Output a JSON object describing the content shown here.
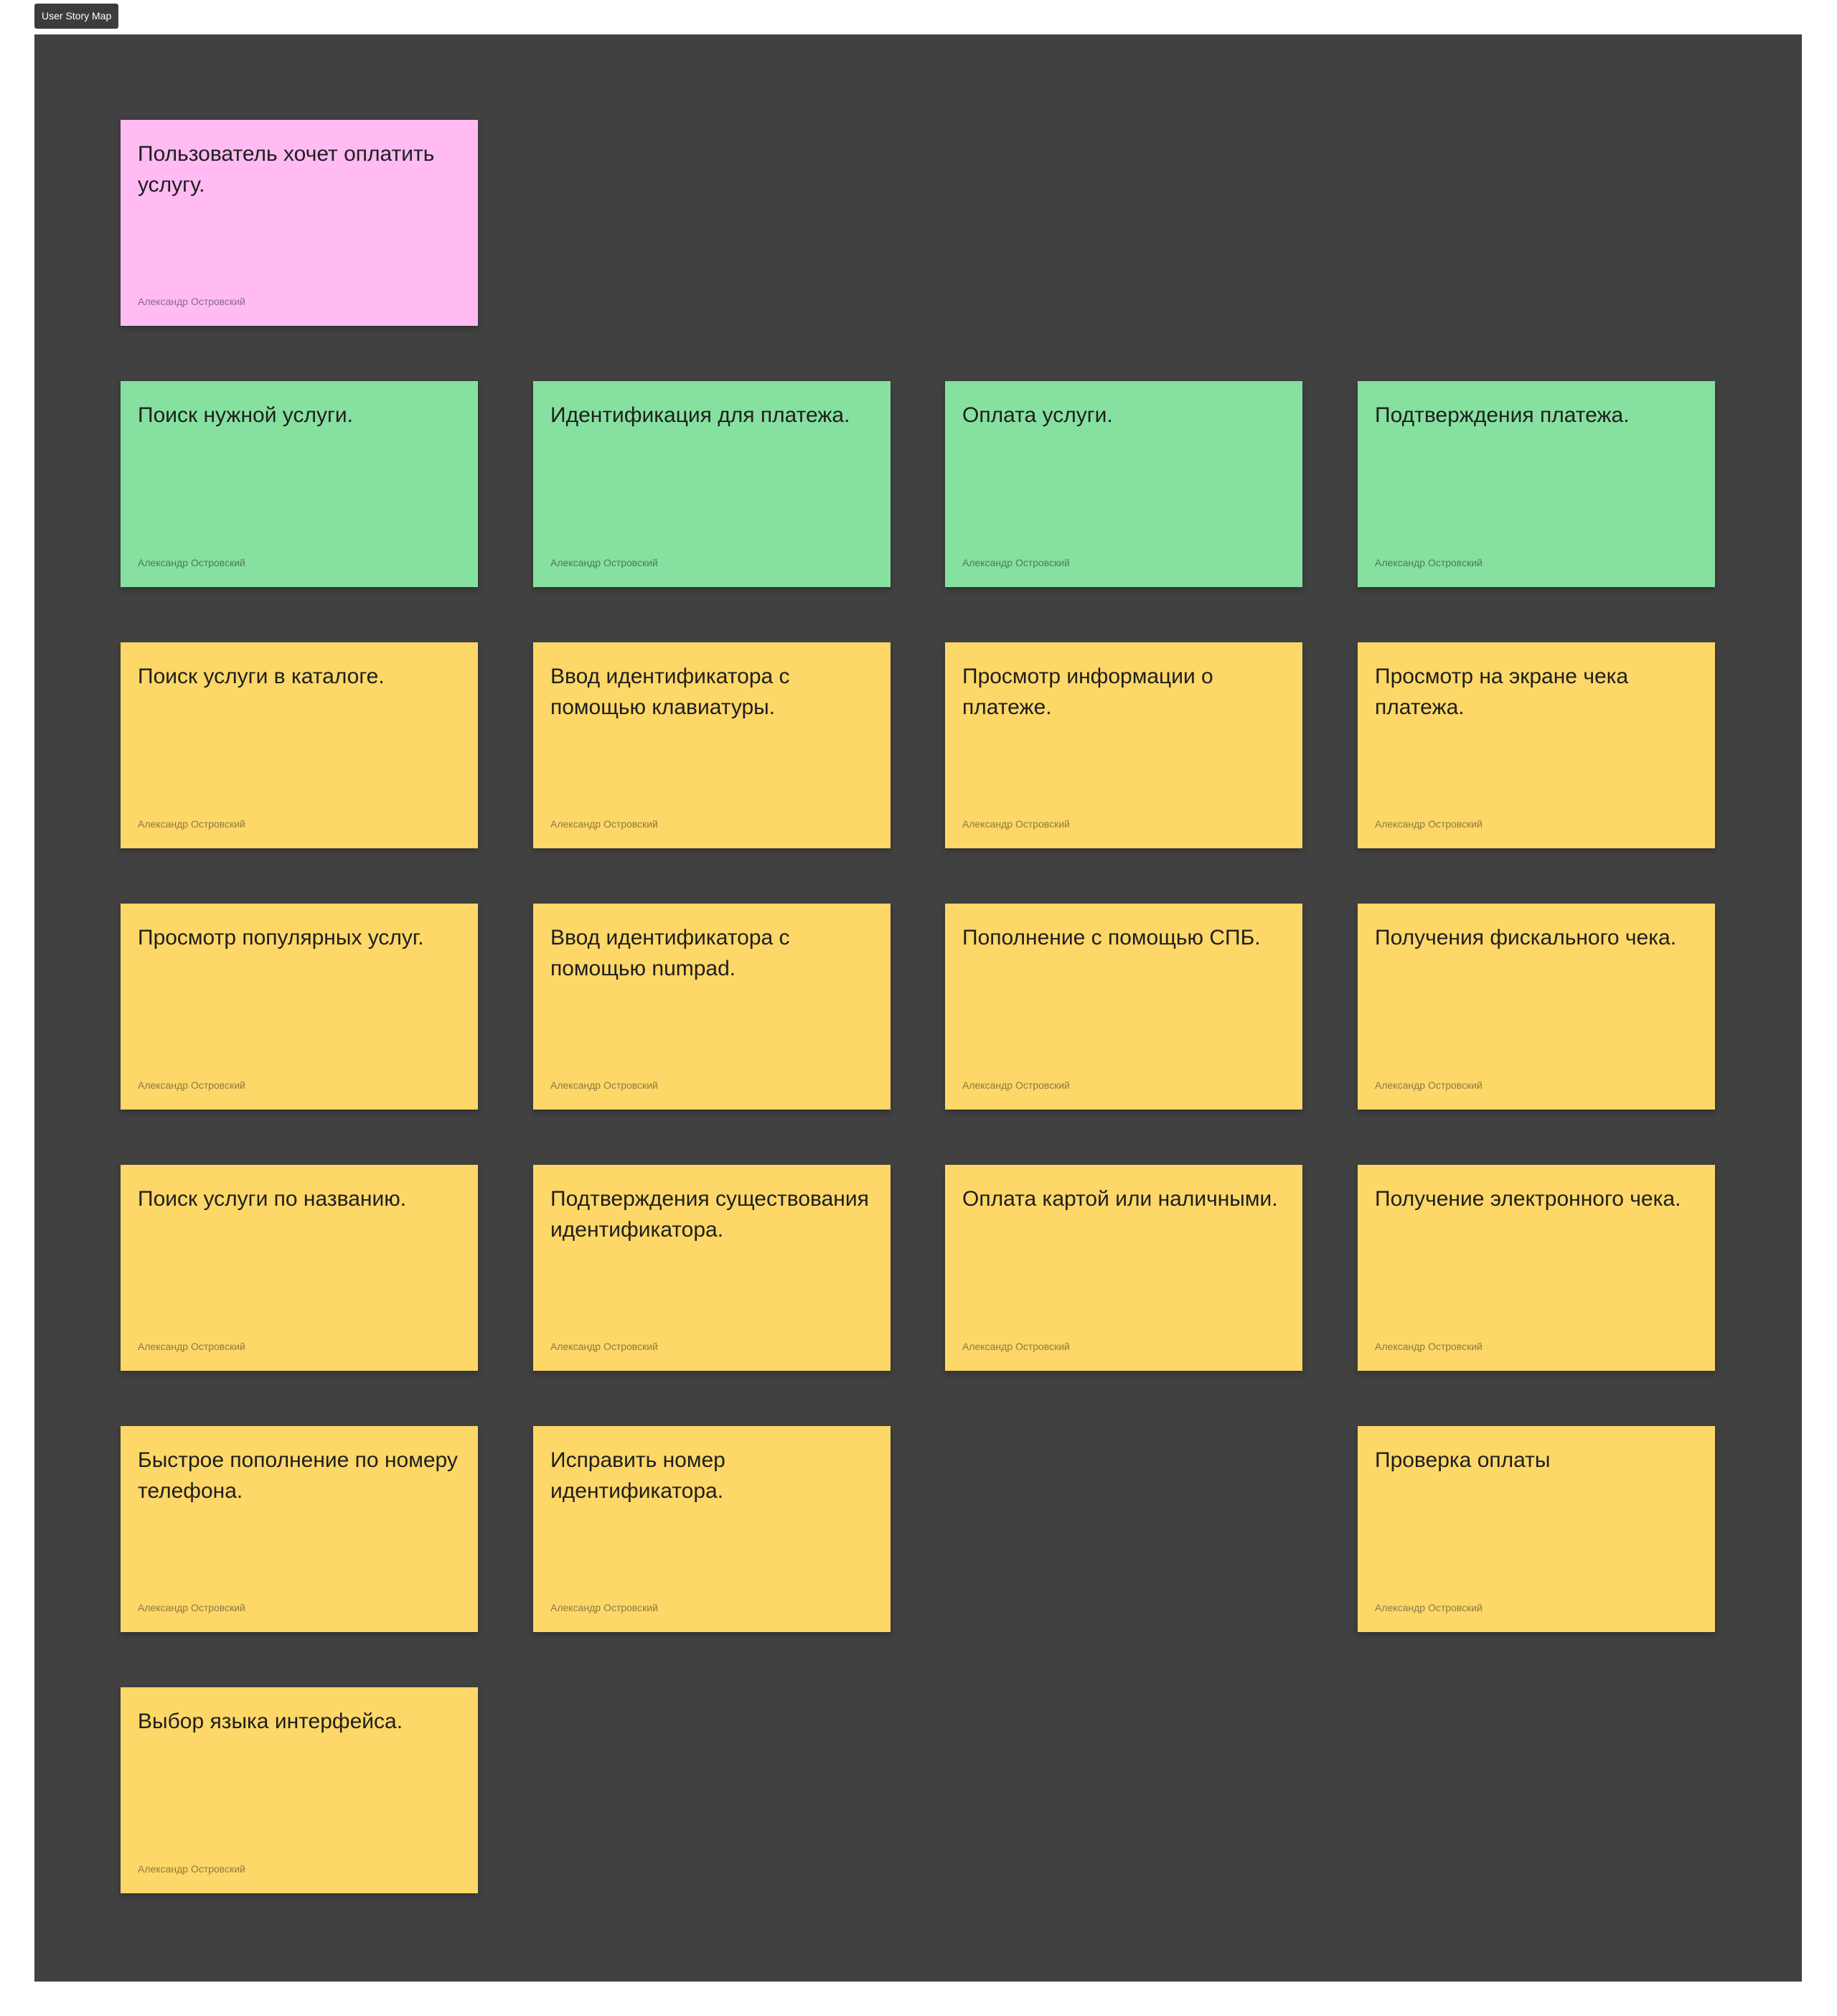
{
  "frame": {
    "label": "User Story Map"
  },
  "author": "Александр Островский",
  "colors": {
    "board": "#414141",
    "activity": "#ffbbf2",
    "step": "#86e0a0",
    "story": "#fdd767"
  },
  "activity": {
    "text": "Пользователь хочет оплатить услугу."
  },
  "steps": [
    {
      "text": "Поиск нужной услуги."
    },
    {
      "text": "Идентификация для платежа."
    },
    {
      "text": "Оплата услуги."
    },
    {
      "text": "Подтверждения платежа."
    }
  ],
  "columns": [
    [
      {
        "text": "Поиск услуги в каталоге."
      },
      {
        "text": "Просмотр популярных услуг."
      },
      {
        "text": "Поиск услуги по названию."
      },
      {
        "text": "Быстрое пополнение по номеру телефона."
      },
      {
        "text": "Выбор языка интерфейса."
      }
    ],
    [
      {
        "text": "Ввод идентификатора с помощью клавиатуры."
      },
      {
        "text": "Ввод идентификатора с помощью numpad."
      },
      {
        "text": "Подтверждения существования идентификатора."
      },
      {
        "text": "Исправить номер идентификатора."
      }
    ],
    [
      {
        "text": "Просмотр информации о платеже."
      },
      {
        "text": "Пополнение с помощью СПБ."
      },
      {
        "text": "Оплата картой или наличными."
      }
    ],
    [
      {
        "text": "Просмотр на экране чека платежа."
      },
      {
        "text": "Получения фискального чека."
      },
      {
        "text": "Получение электронного чека."
      },
      {
        "text": "Проверка оплаты"
      }
    ]
  ]
}
